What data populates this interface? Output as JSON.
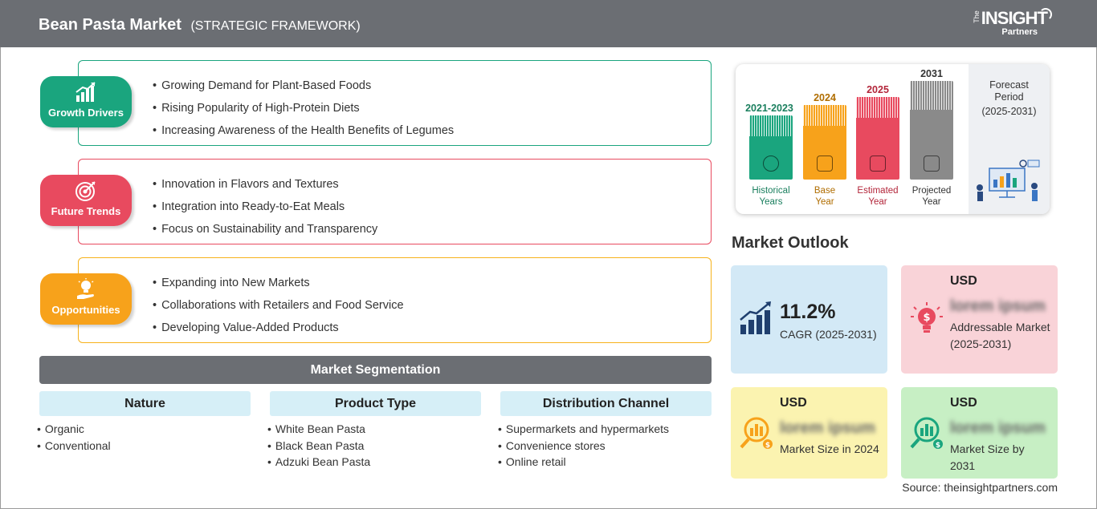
{
  "header": {
    "title": "Bean Pasta Market",
    "subtitle": "(STRATEGIC FRAMEWORK)",
    "logo_the": "The",
    "logo_main": "INSIGHT",
    "logo_sub": "Partners"
  },
  "strategies": [
    {
      "label": "Growth Drivers",
      "icon": "growth-chart-icon",
      "color": "#1aa57e",
      "items": [
        "Growing Demand for Plant-Based Foods",
        "Rising Popularity of High-Protein Diets",
        "Increasing Awareness of the Health Benefits of Legumes"
      ]
    },
    {
      "label": "Future Trends",
      "icon": "target-icon",
      "color": "#e84a5f",
      "items": [
        "Innovation in Flavors and Textures",
        "Integration into Ready-to-Eat Meals",
        "Focus on Sustainability and Transparency"
      ]
    },
    {
      "label": "Opportunities",
      "icon": "lightbulb-hand-icon",
      "color": "#f7a21b",
      "items": [
        "Expanding into New Markets",
        "Collaborations with Retailers and Food Service",
        "Developing Value-Added Products"
      ]
    }
  ],
  "segmentation": {
    "title": "Market Segmentation",
    "columns": [
      {
        "heading": "Nature",
        "items": [
          "Organic",
          "Conventional"
        ]
      },
      {
        "heading": "Product Type",
        "items": [
          "White Bean Pasta",
          "Black Bean Pasta",
          "Adzuki Bean Pasta"
        ]
      },
      {
        "heading": "Distribution Channel",
        "items": [
          "Supermarkets and hypermarkets",
          "Convenience stores",
          "Online retail"
        ]
      }
    ]
  },
  "timeline": {
    "periods": [
      {
        "year": "2021-2023",
        "label_line1": "Historical",
        "label_line2": "Years",
        "color": "#1aa57e",
        "year_color": "#1a7f5e",
        "icon": "history-clock-icon"
      },
      {
        "year": "2024",
        "label_line1": "Base",
        "label_line2": "Year",
        "color": "#f7a21b",
        "year_color": "#b06d00",
        "icon": "calendar-icon"
      },
      {
        "year": "2025",
        "label_line1": "Estimated",
        "label_line2": "Year",
        "color": "#e84a5f",
        "year_color": "#b3263a",
        "icon": "estimate-chart-icon"
      },
      {
        "year": "2031",
        "label_line1": "Projected",
        "label_line2": "Year",
        "color": "#8a8a8a",
        "year_color": "#333333",
        "icon": "presentation-chart-icon"
      }
    ],
    "forecast_title_line1": "Forecast",
    "forecast_title_line2": "Period",
    "forecast_range": "(2025-2031)"
  },
  "market_outlook": {
    "title": "Market Outlook",
    "cagr_value": "11.2%",
    "cagr_label": "CAGR (2025-2031)",
    "cards": [
      {
        "usd": "USD",
        "value": "lorem ipsum",
        "desc": "Addressable Market (2025-2031)",
        "color": "#f9d3d8",
        "icon": "idea-dollar-icon"
      },
      {
        "usd": "USD",
        "value": "lorem ipsum",
        "desc": "Market Size in 2024",
        "color": "#fbf3b0",
        "icon": "market-size-icon"
      },
      {
        "usd": "USD",
        "value": "lorem ipsum",
        "desc": "Market Size by 2031",
        "color": "#c7efc4",
        "icon": "market-growth-icon"
      }
    ]
  },
  "source": "Source: theinsightpartners.com"
}
